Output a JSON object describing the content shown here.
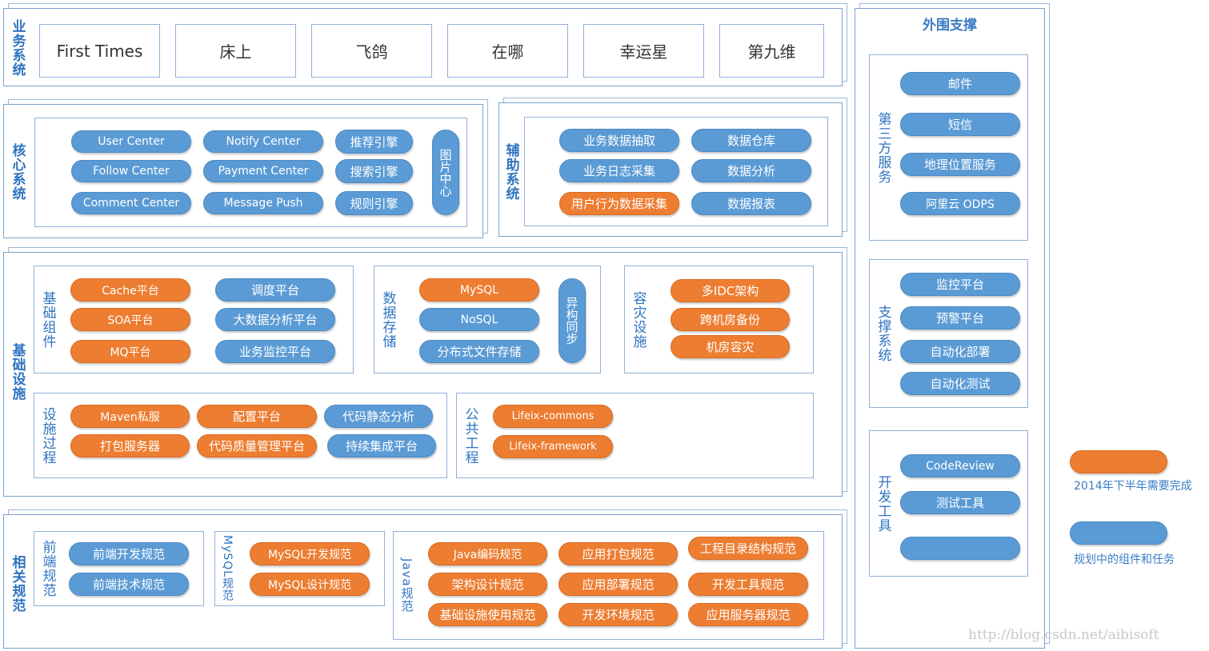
{
  "business": {
    "label": "业务系统",
    "items": [
      "First Times",
      "床上",
      "飞鸽",
      "在哪",
      "幸运星",
      "第九维"
    ]
  },
  "core": {
    "label": "核心系统",
    "col1": [
      "User Center",
      "Follow Center",
      "Comment Center"
    ],
    "col2": [
      "Notify Center",
      "Payment Center",
      "Message Push"
    ],
    "col3": [
      "推荐引擎",
      "搜索引擎",
      "规则引擎"
    ],
    "vertical": "图片中心"
  },
  "aux": {
    "label": "辅助系统",
    "col1": [
      "业务数据抽取",
      "业务日志采集",
      "用户行为数据采集"
    ],
    "col2": [
      "数据仓库",
      "数据分析",
      "数据报表"
    ]
  },
  "infra": {
    "label": "基础设施",
    "basic": {
      "label": "基础组件",
      "col1": [
        "Cache平台",
        "SOA平台",
        "MQ平台"
      ],
      "col2": [
        "调度平台",
        "大数据分析平台",
        "业务监控平台"
      ]
    },
    "storage": {
      "label": "数据存储",
      "items": [
        "MySQL",
        "NoSQL",
        "分布式文件存储"
      ],
      "vertical": "异构同步"
    },
    "dr": {
      "label": "容灾设施",
      "items": [
        "多IDC架构",
        "跨机房备份",
        "机房容灾"
      ]
    },
    "process": {
      "label": "设施过程",
      "row1": [
        "Maven私服",
        "配置平台",
        "代码静态分析"
      ],
      "row2": [
        "打包服务器",
        "代码质量管理平台",
        "持续集成平台"
      ]
    },
    "common": {
      "label": "公共工程",
      "items": [
        "Lifeix-commons",
        "Lifeix-framework"
      ]
    }
  },
  "specs": {
    "label": "相关规范",
    "frontend": {
      "label": "前端规范",
      "items": [
        "前端开发规范",
        "前端技术规范"
      ]
    },
    "mysql": {
      "label": "MySQL规范",
      "items": [
        "MySQL开发规范",
        "MySQL设计规范"
      ]
    },
    "java": {
      "label": "Java规范",
      "col1": [
        "Java编码规范",
        "架构设计规范",
        "基础设施使用规范"
      ],
      "col2": [
        "应用打包规范",
        "应用部署规范",
        "开发环境规范"
      ],
      "col3": [
        "工程目录结构规范",
        "开发工具规范",
        "应用服务器规范"
      ]
    }
  },
  "periphery": {
    "title": "外围支撑",
    "third": {
      "label": "第三方服务",
      "items": [
        "邮件",
        "短信",
        "地理位置服务",
        "阿里云 ODPS"
      ]
    },
    "support": {
      "label": "支撑系统",
      "items": [
        "监控平台",
        "预警平台",
        "自动化部署",
        "自动化测试"
      ]
    },
    "devtools": {
      "label": "开发工具",
      "items": [
        "CodeReview",
        "测试工具",
        ""
      ]
    }
  },
  "legend": {
    "orange_label": "2014年下半年需要完成",
    "blue_label": "规划中的组件和任务",
    "orange_color": "#ed7d31",
    "blue_color": "#5b9bd5"
  },
  "watermark": "http://blog.csdn.net/aibisoft"
}
